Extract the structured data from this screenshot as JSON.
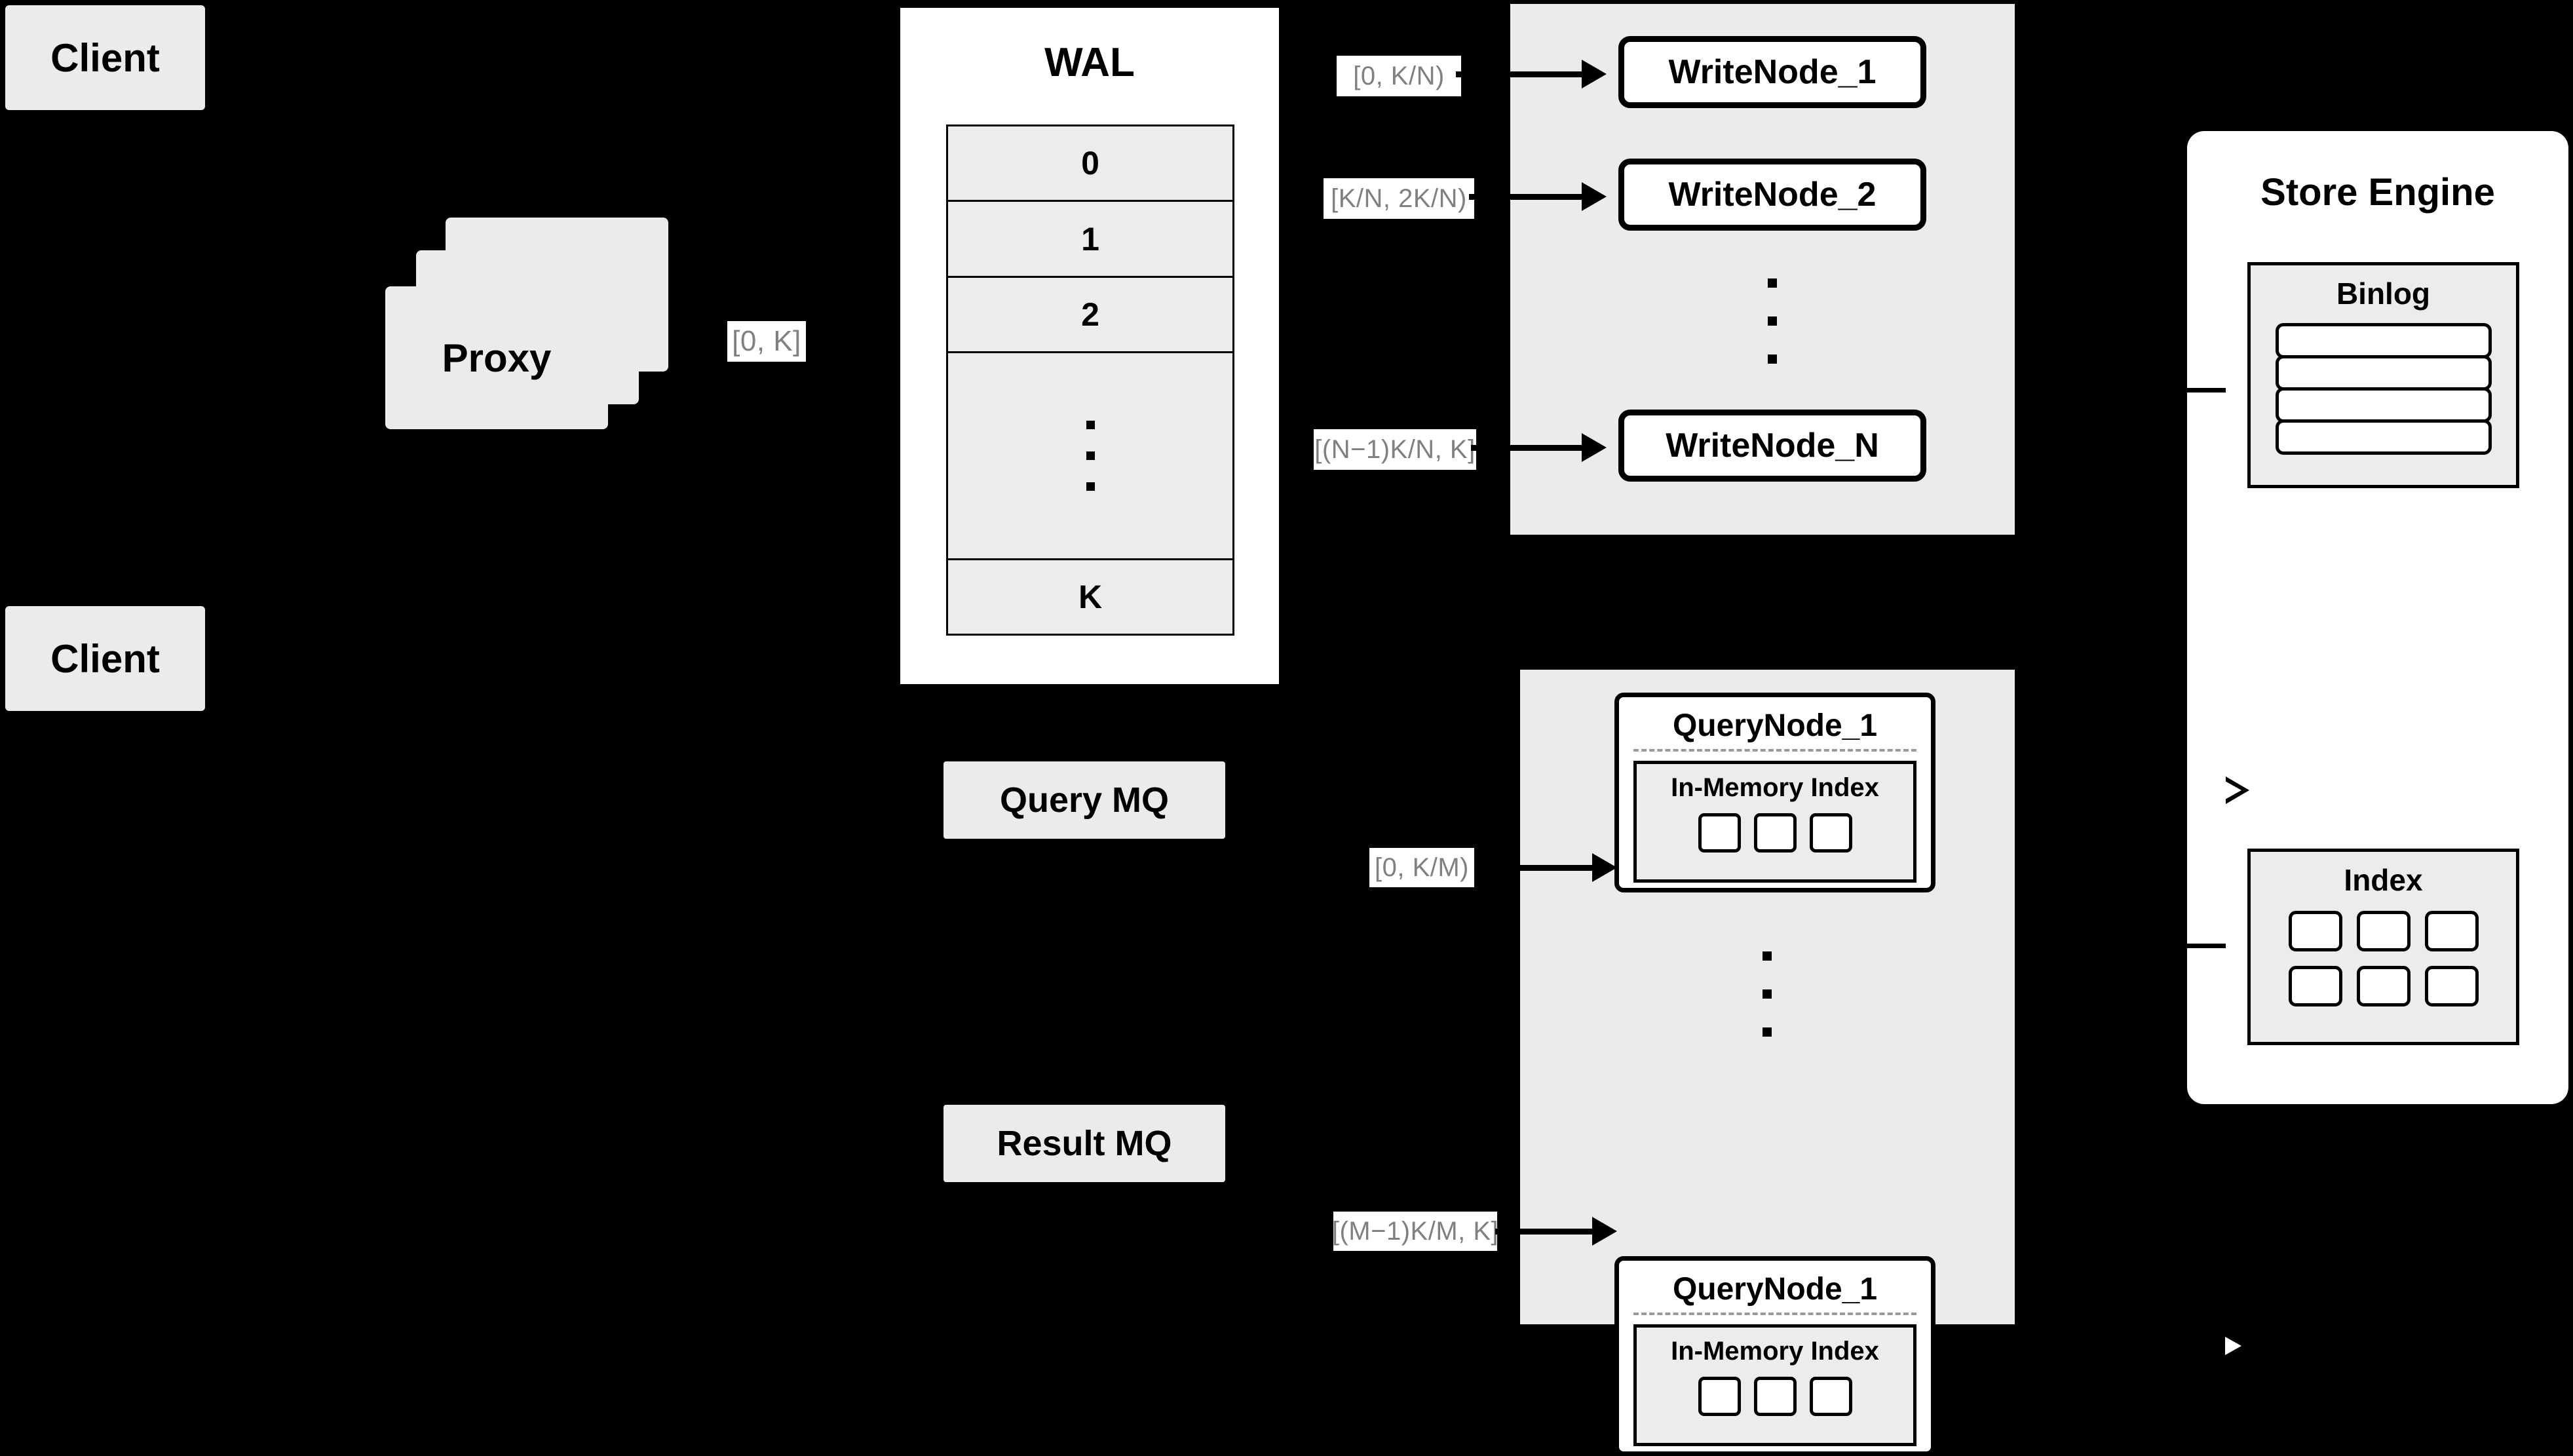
{
  "colors": {
    "background": "#000000",
    "node_fill": "#ebebeb",
    "panel_fill": "#ebebeb",
    "white_fill": "#ffffff",
    "stroke": "#000000",
    "label_text": "#808080",
    "dashed_separator": "#9a9a9a"
  },
  "clients": [
    {
      "label": "Client"
    },
    {
      "label": "Client"
    }
  ],
  "proxy": {
    "label": "Proxy",
    "stack_count": 3,
    "output_range_label": "[0, K]"
  },
  "wal": {
    "title": "WAL",
    "rows": [
      "0",
      "1",
      "2",
      "⋮",
      "K"
    ],
    "row_labels": {
      "first": "0",
      "second": "1",
      "third": "2",
      "ellipsis": "⋮",
      "last": "K"
    }
  },
  "write_cluster": {
    "nodes": [
      {
        "label": "WriteNode_1",
        "range_label": "[0,  K/N)"
      },
      {
        "label": "WriteNode_2",
        "range_label": "[K/N, 2K/N)"
      },
      {
        "label": "WriteNode_N",
        "range_label": "[(N−1)K/N,  K]"
      }
    ],
    "ellipsis": "⋮"
  },
  "query_cluster": {
    "nodes": [
      {
        "label": "QueryNode_1",
        "range_label": "[0, K/M)",
        "index": {
          "title": "In-Memory Index",
          "cell_count": 3
        }
      },
      {
        "label": "QueryNode_1",
        "range_label": "[(M−1)K/M, K]",
        "index": {
          "title": "In-Memory Index",
          "cell_count": 3
        }
      }
    ],
    "ellipsis": "⋮"
  },
  "message_queues": [
    {
      "label": "Query MQ"
    },
    {
      "label": "Result MQ"
    }
  ],
  "store_engine": {
    "title": "Store Engine",
    "binlog": {
      "title": "Binlog",
      "bar_count": 4
    },
    "index": {
      "title": "Index",
      "rows": 2,
      "cols": 3
    }
  }
}
